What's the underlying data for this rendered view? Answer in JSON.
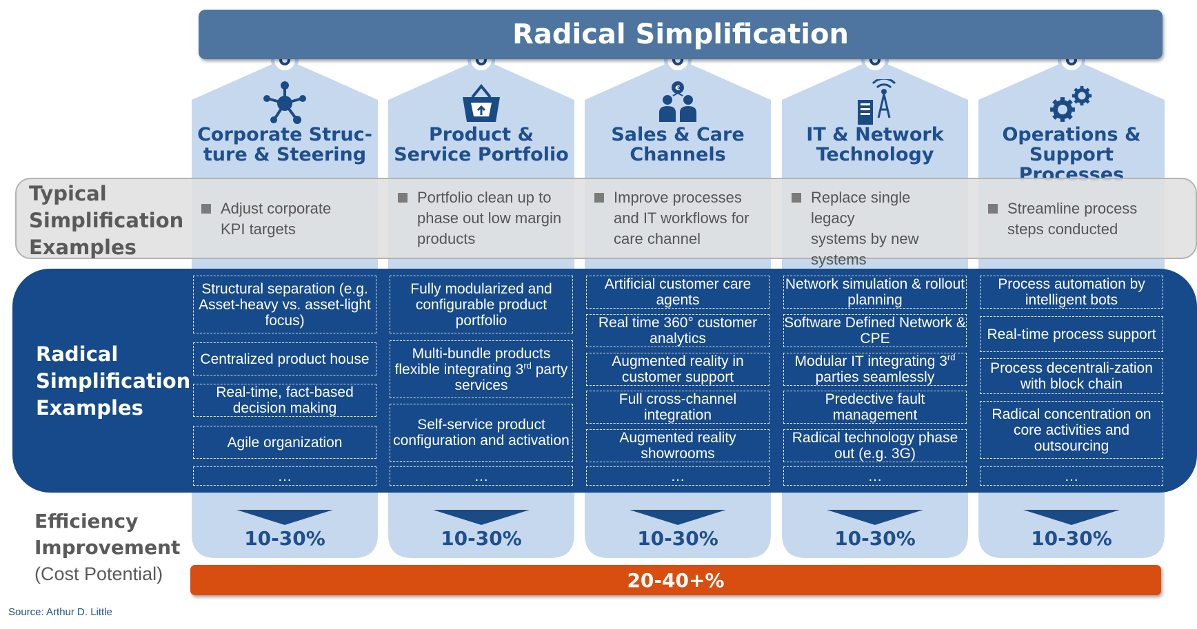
{
  "title": "Radical Simplification",
  "row_labels": {
    "typical": [
      "Typical",
      "Simplification",
      "Examples"
    ],
    "radical": [
      "Radical",
      "Simplification",
      "Examples"
    ],
    "efficiency": [
      "Efficiency",
      "Improvement"
    ],
    "efficiency_sub": "(Cost Potential)"
  },
  "total": "20-40+%",
  "source": "Source: Arthur D. Little",
  "colors": {
    "banner": "#4d759f",
    "column": "#c5d8ee",
    "radical_band": "#164a8a",
    "total_bar": "#d84e10",
    "title_text": "#1f4f8c"
  },
  "columns": [
    {
      "icon": "network-nodes-icon",
      "title": [
        "Corporate Struc-",
        "ture & Steering"
      ],
      "typical": [
        "Adjust corporate",
        "KPI targets"
      ],
      "radical": [
        {
          "pre": "Structural separation (e.g. Asset-heavy vs. asset-light focus)"
        },
        {
          "pre": "Centralized product house"
        },
        {
          "pre": "Real-time, fact-based decision making"
        },
        {
          "pre": "Agile organization"
        },
        {
          "pre": "…"
        }
      ],
      "efficiency": "10-30%"
    },
    {
      "icon": "basket-icon",
      "title": [
        "Product &",
        "Service Portfolio"
      ],
      "typical": [
        "Portfolio clean up to",
        "phase out low margin",
        "products"
      ],
      "radical": [
        {
          "pre": "Fully modularized and configurable product portfolio"
        },
        {
          "pre": "Multi-bundle products flexible integrating 3",
          "sup": "rd",
          "post": " party services"
        },
        {
          "pre": "Self-service product configuration and activation"
        },
        {
          "pre": "…"
        }
      ],
      "efficiency": "10-30%"
    },
    {
      "icon": "customer-support-icon",
      "title": [
        "Sales & Care",
        "Channels"
      ],
      "typical": [
        "Improve processes",
        "and IT workflows for",
        "care channel"
      ],
      "radical": [
        {
          "pre": "Artificial customer care agents"
        },
        {
          "pre": "Real time 360° customer analytics"
        },
        {
          "pre": "Augmented reality in customer support"
        },
        {
          "pre": "Full cross-channel integration"
        },
        {
          "pre": "Augmented  reality showrooms"
        },
        {
          "pre": "…"
        }
      ],
      "efficiency": "10-30%"
    },
    {
      "icon": "server-antenna-icon",
      "title": [
        "IT & Network",
        "Technology"
      ],
      "typical": [
        "Replace single legacy",
        "systems by new",
        "systems"
      ],
      "radical": [
        {
          "pre": "Network simulation & rollout planning"
        },
        {
          "pre": "Software Defined Network & CPE"
        },
        {
          "pre": "Modular IT integrating 3",
          "sup": "rd",
          "post": " parties seamlessly"
        },
        {
          "pre": "Predective fault management"
        },
        {
          "pre": "Radical technology phase out (e.g. 3G)"
        },
        {
          "pre": "…"
        }
      ],
      "efficiency": "10-30%"
    },
    {
      "icon": "gears-icon",
      "title": [
        "Operations &",
        "Support Processes"
      ],
      "typical": [
        "Streamline process",
        "steps conducted"
      ],
      "radical": [
        {
          "pre": "Process automation by intelligent bots"
        },
        {
          "pre": "Real-time process support"
        },
        {
          "pre": "Process decentrali-zation with block chain"
        },
        {
          "pre": "Radical concentration on core activities and outsourcing"
        },
        {
          "pre": "…"
        }
      ],
      "efficiency": "10-30%"
    }
  ]
}
